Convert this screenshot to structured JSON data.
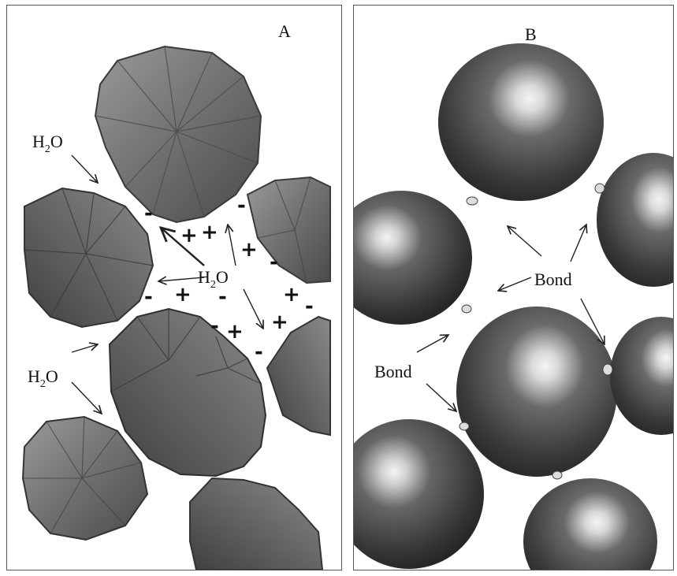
{
  "panel_a": {
    "letter": "A",
    "water_label": {
      "main": "H",
      "sub": "2",
      "tail": "O"
    },
    "plus_sign": "+",
    "minus_sign": "-"
  },
  "panel_b": {
    "letter": "B",
    "bond_label": "Bond"
  },
  "colors": {
    "particle_dark": "#3c3c3c",
    "particle_mid": "#6a6a6a",
    "particle_light": "#9a9a9a",
    "sphere_dark": "#2a2a2a",
    "sphere_mid": "#555555",
    "sphere_highlight": "#f2f2f2",
    "frame": "#555555"
  }
}
